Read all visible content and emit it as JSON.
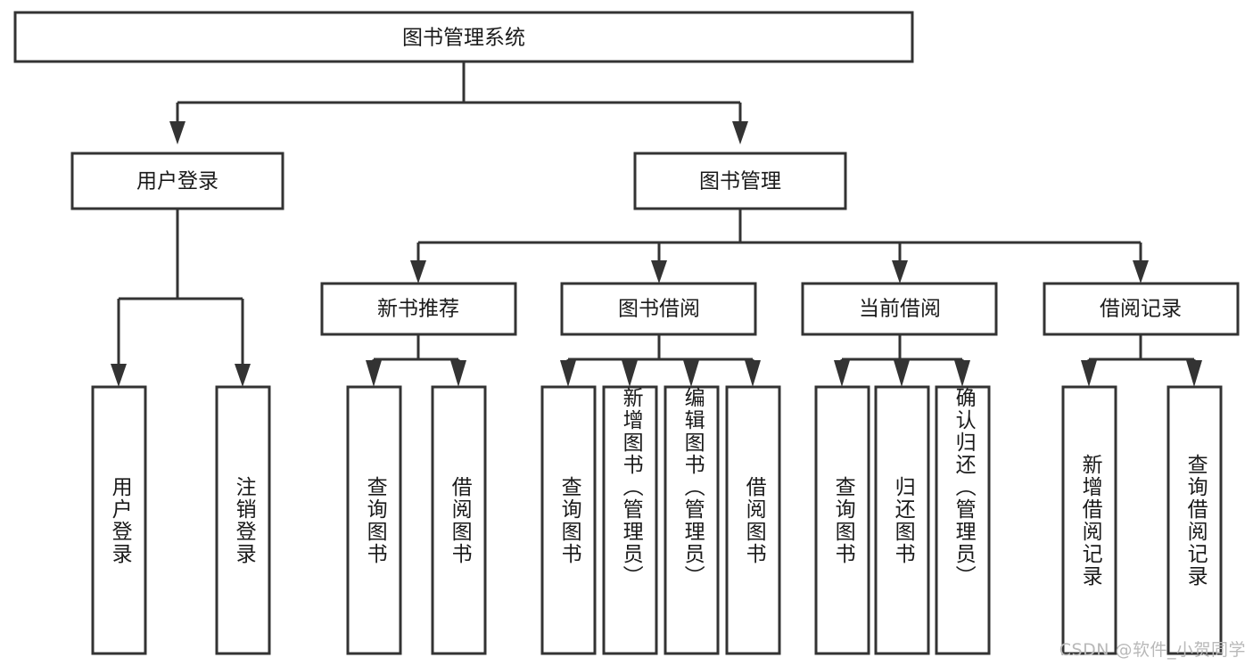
{
  "diagram": {
    "type": "tree",
    "title": "图书管理系统",
    "root": {
      "id": "root",
      "label": "图书管理系统",
      "orientation": "horizontal"
    },
    "level2": [
      {
        "id": "user-login",
        "label": "用户登录",
        "orientation": "horizontal"
      },
      {
        "id": "book-manage",
        "label": "图书管理",
        "orientation": "horizontal"
      }
    ],
    "level3": [
      {
        "id": "new-book-rec",
        "label": "新书推荐",
        "orientation": "horizontal",
        "parent": "book-manage"
      },
      {
        "id": "book-borrow",
        "label": "图书借阅",
        "orientation": "horizontal",
        "parent": "book-manage"
      },
      {
        "id": "current-borrow",
        "label": "当前借阅",
        "orientation": "horizontal",
        "parent": "book-manage"
      },
      {
        "id": "borrow-record",
        "label": "借阅记录",
        "orientation": "horizontal",
        "parent": "book-manage"
      }
    ],
    "leaves": [
      {
        "id": "leaf-user-login",
        "label": "用户登录",
        "parent": "user-login",
        "orientation": "vertical"
      },
      {
        "id": "leaf-logout",
        "label": "注销登录",
        "parent": "user-login",
        "orientation": "vertical"
      },
      {
        "id": "leaf-query-book-1",
        "label": "查询图书",
        "parent": "new-book-rec",
        "orientation": "vertical"
      },
      {
        "id": "leaf-borrow-book-1",
        "label": "借阅图书",
        "parent": "new-book-rec",
        "orientation": "vertical"
      },
      {
        "id": "leaf-query-book-2",
        "label": "查询图书",
        "parent": "book-borrow",
        "orientation": "vertical"
      },
      {
        "id": "leaf-add-book",
        "label": "新增图书（管理员）",
        "parent": "book-borrow",
        "orientation": "vertical"
      },
      {
        "id": "leaf-edit-book",
        "label": "编辑图书（管理员）",
        "parent": "book-borrow",
        "orientation": "vertical"
      },
      {
        "id": "leaf-borrow-book-2",
        "label": "借阅图书",
        "parent": "book-borrow",
        "orientation": "vertical"
      },
      {
        "id": "leaf-query-book-3",
        "label": "查询图书",
        "parent": "current-borrow",
        "orientation": "vertical"
      },
      {
        "id": "leaf-return-book",
        "label": "归还图书",
        "parent": "current-borrow",
        "orientation": "vertical"
      },
      {
        "id": "leaf-confirm-return",
        "label": "确认归还（管理员）",
        "parent": "current-borrow",
        "orientation": "vertical"
      },
      {
        "id": "leaf-add-record",
        "label": "新增借阅记录",
        "parent": "borrow-record",
        "orientation": "vertical"
      },
      {
        "id": "leaf-query-record",
        "label": "查询借阅记录",
        "parent": "borrow-record",
        "orientation": "vertical"
      }
    ],
    "colors": {
      "box_fill": "#ffffff",
      "box_stroke": "#333333",
      "text": "#1a1a1a",
      "background": "#ffffff",
      "watermark": "#b9b9b9"
    }
  },
  "watermark": {
    "text": "CSDN @软件_小贺同学"
  }
}
